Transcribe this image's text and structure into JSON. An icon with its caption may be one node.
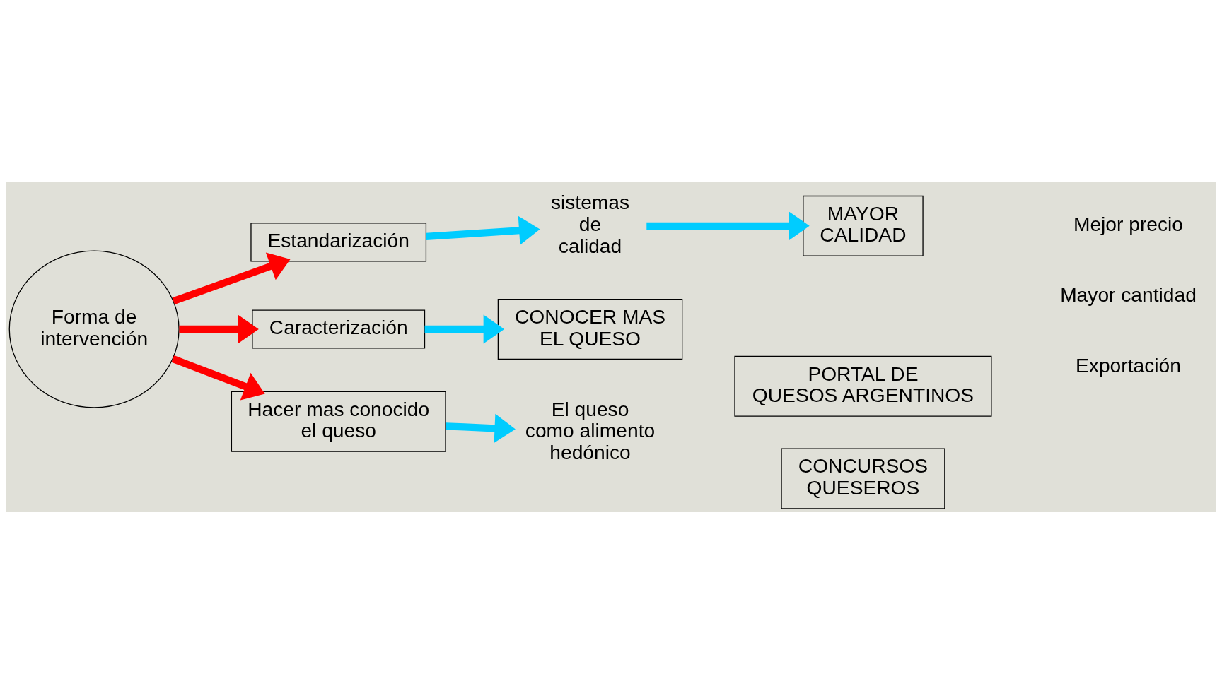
{
  "diagram": {
    "nodes": [
      {
        "text": [
          "Forma de intervención"
        ]
      },
      {
        "text": [
          "Estandarización"
        ]
      },
      {
        "text": [
          "sistemas de calidad"
        ]
      },
      {
        "text": [
          "MAYOR CALIDAD"
        ]
      },
      {
        "text": [
          "Caracterización"
        ]
      },
      {
        "text": [
          "CONOCER MAS EL QUESO"
        ]
      },
      {
        "text": [
          "Hacer mas conocido el queso"
        ]
      },
      {
        "text": [
          "El queso como alimento hedónico"
        ]
      },
      {
        "text": [
          "PORTAL DE QUESOS ARGENTINOS"
        ]
      },
      {
        "text": [
          "CONCURSOS QUESEROS"
        ]
      }
    ],
    "edges": [
      {
        "from": 0,
        "to": 1,
        "arrow": "to",
        "color": "#ff0000"
      },
      {
        "from": 1,
        "to": 2,
        "arrow": "to"
      },
      {
        "from": 2,
        "to": 3,
        "arrow": "to"
      },
      {
        "from": 0,
        "to": 4,
        "arrow": "to",
        "color": "#ff0000"
      },
      {
        "from": 4,
        "to": 5,
        "arrow": "to"
      },
      {
        "from": 0,
        "to": 6,
        "arrow": "to",
        "color": "#ff0000"
      },
      {
        "from": 6,
        "to": 7,
        "arrow": "to"
      }
    ],
    "labels": [
      "Mejor precio",
      "Mayor cantidad",
      "Exportación"
    ]
  }
}
